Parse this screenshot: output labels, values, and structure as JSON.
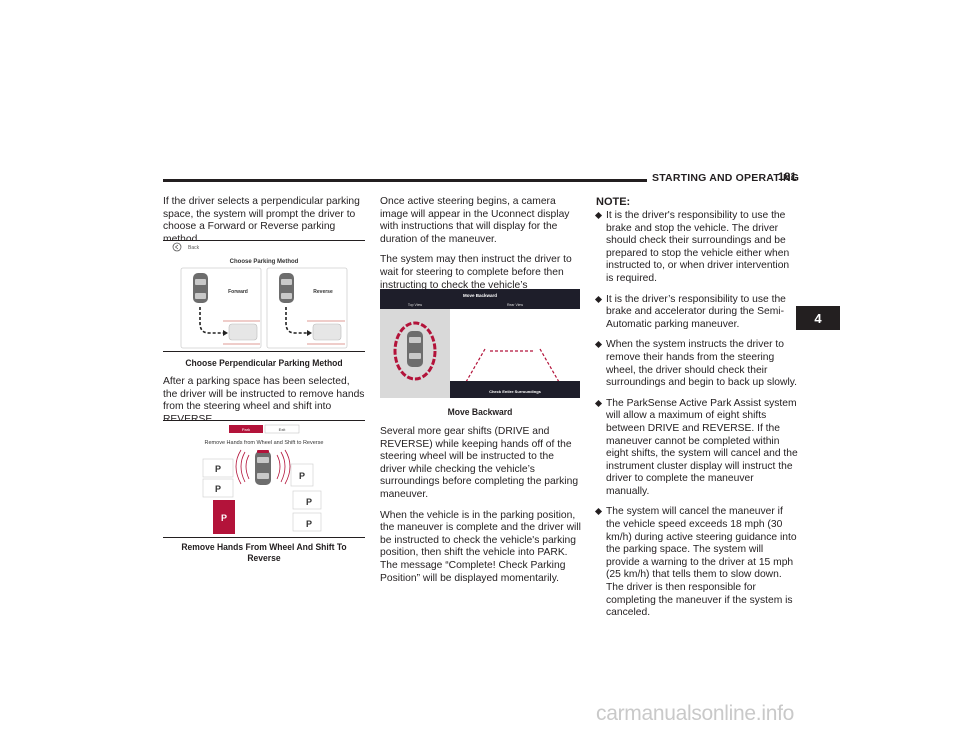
{
  "header": {
    "section": "STARTING AND OPERATING",
    "page_number": "181"
  },
  "chapter_tab": "4",
  "left_column": {
    "para1": "If the driver selects a perpendicular parking space, the system will prompt the driver to choose a Forward or Reverse parking method.",
    "figure1": {
      "back_label": "Back",
      "title": "Choose Parking Method",
      "option_forward": "Forward",
      "option_reverse": "Reverse",
      "caption": "Choose Perpendicular Parking Method"
    },
    "para2": "After a parking space has been selected, the driver will be instructed to remove hands from the steering wheel and shift into REVERSE.",
    "figure2": {
      "btn_park": "Park",
      "btn_exit": "Exit",
      "title": "Remove Hands from Wheel and Shift to Reverse",
      "p_label": "P",
      "caption": "Remove Hands From Wheel And Shift To Reverse"
    }
  },
  "middle_column": {
    "para1": "Once active steering begins, a camera image will appear in the Uconnect display with instructions that will display for the duration of the maneuver.",
    "para2": "The system may then instruct the driver to wait for steering to complete before then instructing to check the vehicle’s surroundings, and move backward.",
    "figure3": {
      "title": "Move Backward",
      "tab_top_view": "Top View",
      "tab_rear_view": "Rear View",
      "banner": "Check Entire Surroundings",
      "caption": "Move Backward"
    },
    "para3": "Several more gear shifts (DRIVE and REVERSE) while keeping hands off of the steering wheel will be instructed to the driver while checking the vehicle’s surroundings before completing the parking maneuver.",
    "para4": "When the vehicle is in the parking position, the maneuver is complete and the driver will be instructed to check the vehicle's parking position, then shift the vehicle into PARK. The message “Complete! Check Parking Position” will be displayed momentarily."
  },
  "right_column": {
    "note_title": "NOTE:",
    "notes": [
      "It is the driver's responsibility to use the brake and stop the vehicle. The driver should check their surroundings and be prepared to stop the vehicle either when instructed to, or when driver intervention is required.",
      "It is the driver’s responsibility to use the brake and accelerator during the Semi-Automatic parking maneuver.",
      "When the system instructs the driver to remove their hands from the steering wheel, the driver should check their surroundings and begin to back up slowly.",
      "The ParkSense Active Park Assist system will allow a maximum of eight shifts between DRIVE and REVERSE. If the maneuver cannot be completed within eight shifts, the system will cancel and the instrument cluster display will instruct the driver to complete the maneuver manually.",
      "The system will cancel the maneuver if the vehicle speed exceeds 18 mph (30 km/h) during active steering guidance into the parking space. The system will provide a warning to the driver at 15 mph (25 km/h) that tells them to slow down. The driver is then responsible for completing the maneuver if the system is canceled."
    ]
  },
  "watermark": "carmanualsonline.info",
  "colors": {
    "accent_red": "#b3133a",
    "text": "#231f20",
    "banner_dark": "#1e1e2a"
  }
}
